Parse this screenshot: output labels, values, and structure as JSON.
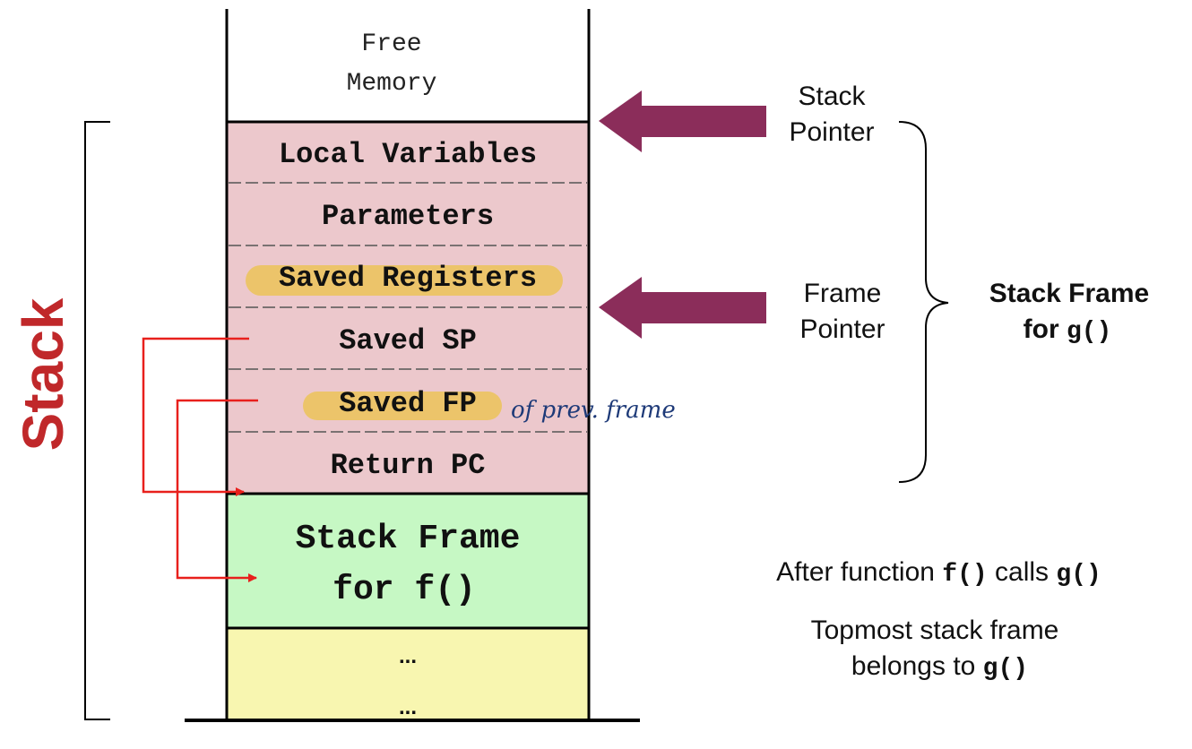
{
  "stack_label": "Stack",
  "free_memory": {
    "line1": "Free",
    "line2": "Memory"
  },
  "frame_g_rows": [
    "Local Variables",
    "Parameters",
    "Saved Registers",
    "Saved SP",
    "Saved FP",
    "Return PC"
  ],
  "frame_f": {
    "line1": "Stack Frame",
    "line2": "for f()"
  },
  "bottom_rows": [
    "...",
    "..."
  ],
  "annotation": "of prev. frame",
  "stack_pointer": {
    "line1": "Stack",
    "line2": "Pointer"
  },
  "frame_pointer": {
    "line1": "Frame",
    "line2": "Pointer"
  },
  "stack_frame_label": {
    "line1": "Stack Frame",
    "line2_prefix": "for ",
    "line2_code": "g()"
  },
  "caption1": {
    "prefix": "After function ",
    "code1": "f()",
    "middle": " calls ",
    "code2": "g()"
  },
  "caption2": {
    "line1": "Topmost stack frame",
    "line2_prefix": "belongs to ",
    "line2_code": "g()"
  },
  "colors": {
    "frame_g": "#ecc8cc",
    "frame_f": "#c6f8c4",
    "bottom": "#f8f6b0",
    "arrow": "#8b2d5a",
    "highlight": "#ecc46a",
    "stack_label": "#c0282a",
    "link_arrow": "#e8201c",
    "annotation": "#1e3a78"
  }
}
